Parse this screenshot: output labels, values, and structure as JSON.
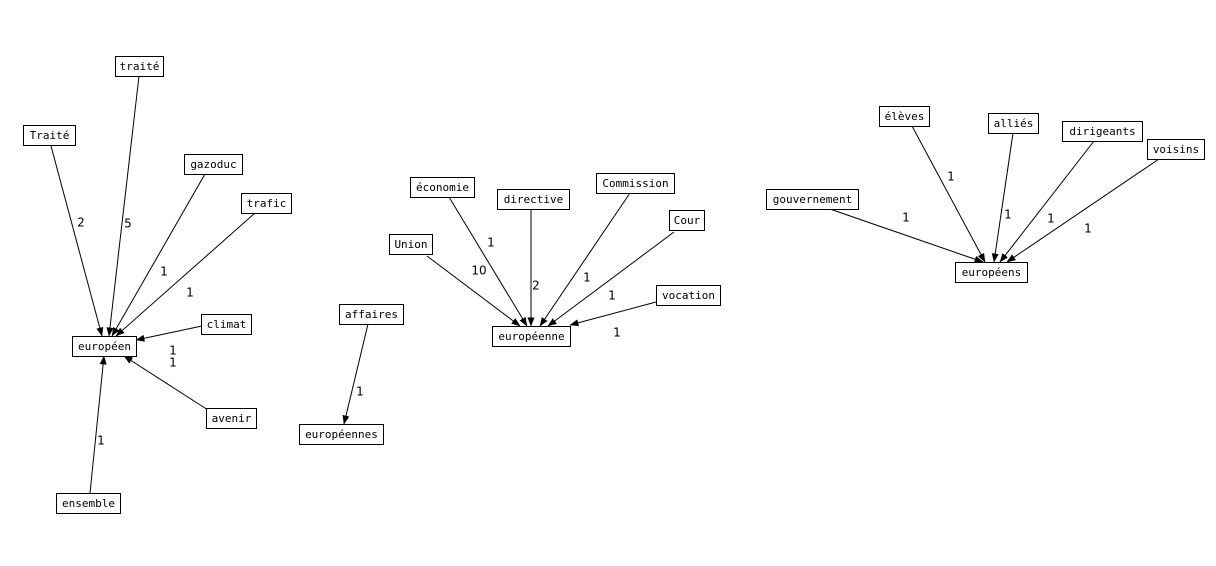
{
  "graph": {
    "nodes": [
      {
        "id": "traite_cap",
        "label": "Traité"
      },
      {
        "id": "traite",
        "label": "traité"
      },
      {
        "id": "gazoduc",
        "label": "gazoduc"
      },
      {
        "id": "trafic",
        "label": "trafic"
      },
      {
        "id": "climat",
        "label": "climat"
      },
      {
        "id": "europeen",
        "label": "européen"
      },
      {
        "id": "avenir",
        "label": "avenir"
      },
      {
        "id": "ensemble",
        "label": "ensemble"
      },
      {
        "id": "affaires",
        "label": "affaires"
      },
      {
        "id": "europeennes",
        "label": "européennes"
      },
      {
        "id": "economie",
        "label": "économie"
      },
      {
        "id": "directive",
        "label": "directive"
      },
      {
        "id": "commission",
        "label": "Commission"
      },
      {
        "id": "cour",
        "label": "Cour"
      },
      {
        "id": "union",
        "label": "Union"
      },
      {
        "id": "vocation",
        "label": "vocation"
      },
      {
        "id": "europeenne",
        "label": "européenne"
      },
      {
        "id": "gouvernement",
        "label": "gouvernement"
      },
      {
        "id": "eleves",
        "label": "élèves"
      },
      {
        "id": "allies",
        "label": "alliés"
      },
      {
        "id": "dirigeants",
        "label": "dirigeants"
      },
      {
        "id": "voisins",
        "label": "voisins"
      },
      {
        "id": "europeens",
        "label": "européens"
      }
    ],
    "edges": [
      {
        "from": "traite_cap",
        "to": "europeen",
        "weight": "2"
      },
      {
        "from": "traite",
        "to": "europeen",
        "weight": "5"
      },
      {
        "from": "gazoduc",
        "to": "europeen",
        "weight": "1"
      },
      {
        "from": "trafic",
        "to": "europeen",
        "weight": "1"
      },
      {
        "from": "climat",
        "to": "europeen",
        "weight": "1"
      },
      {
        "from": "avenir",
        "to": "europeen",
        "weight": "1"
      },
      {
        "from": "ensemble",
        "to": "europeen",
        "weight": "1"
      },
      {
        "from": "affaires",
        "to": "europeennes",
        "weight": "1"
      },
      {
        "from": "union",
        "to": "europeenne",
        "weight": "10"
      },
      {
        "from": "economie",
        "to": "europeenne",
        "weight": "1"
      },
      {
        "from": "directive",
        "to": "europeenne",
        "weight": "2"
      },
      {
        "from": "commission",
        "to": "europeenne",
        "weight": "1"
      },
      {
        "from": "cour",
        "to": "europeenne",
        "weight": "1"
      },
      {
        "from": "vocation",
        "to": "europeenne",
        "weight": "1"
      },
      {
        "from": "gouvernement",
        "to": "europeens",
        "weight": "1"
      },
      {
        "from": "eleves",
        "to": "europeens",
        "weight": "1"
      },
      {
        "from": "allies",
        "to": "europeens",
        "weight": "1"
      },
      {
        "from": "dirigeants",
        "to": "europeens",
        "weight": "1"
      },
      {
        "from": "voisins",
        "to": "europeens",
        "weight": "1"
      }
    ]
  }
}
